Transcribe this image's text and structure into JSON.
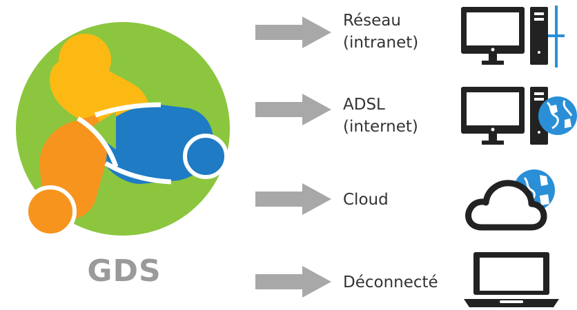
{
  "brand": {
    "name": "GDS"
  },
  "colors": {
    "green": "#8cc63f",
    "yellow": "#fdb913",
    "blue": "#1e7bc4",
    "orange": "#f7941d",
    "arrow": "#a8a8a8",
    "icon": "#222222",
    "globe": "#2a8fd6",
    "brand_text": "#9a9a9a"
  },
  "connections": [
    {
      "line1": "Réseau",
      "line2": "(intranet)",
      "icon": "desktop-network-icon"
    },
    {
      "line1": "ADSL",
      "line2": "(internet)",
      "icon": "desktop-globe-icon"
    },
    {
      "line1": "Cloud",
      "line2": "",
      "icon": "cloud-globe-icon"
    },
    {
      "line1": "Déconnecté",
      "line2": "",
      "icon": "laptop-icon"
    }
  ]
}
